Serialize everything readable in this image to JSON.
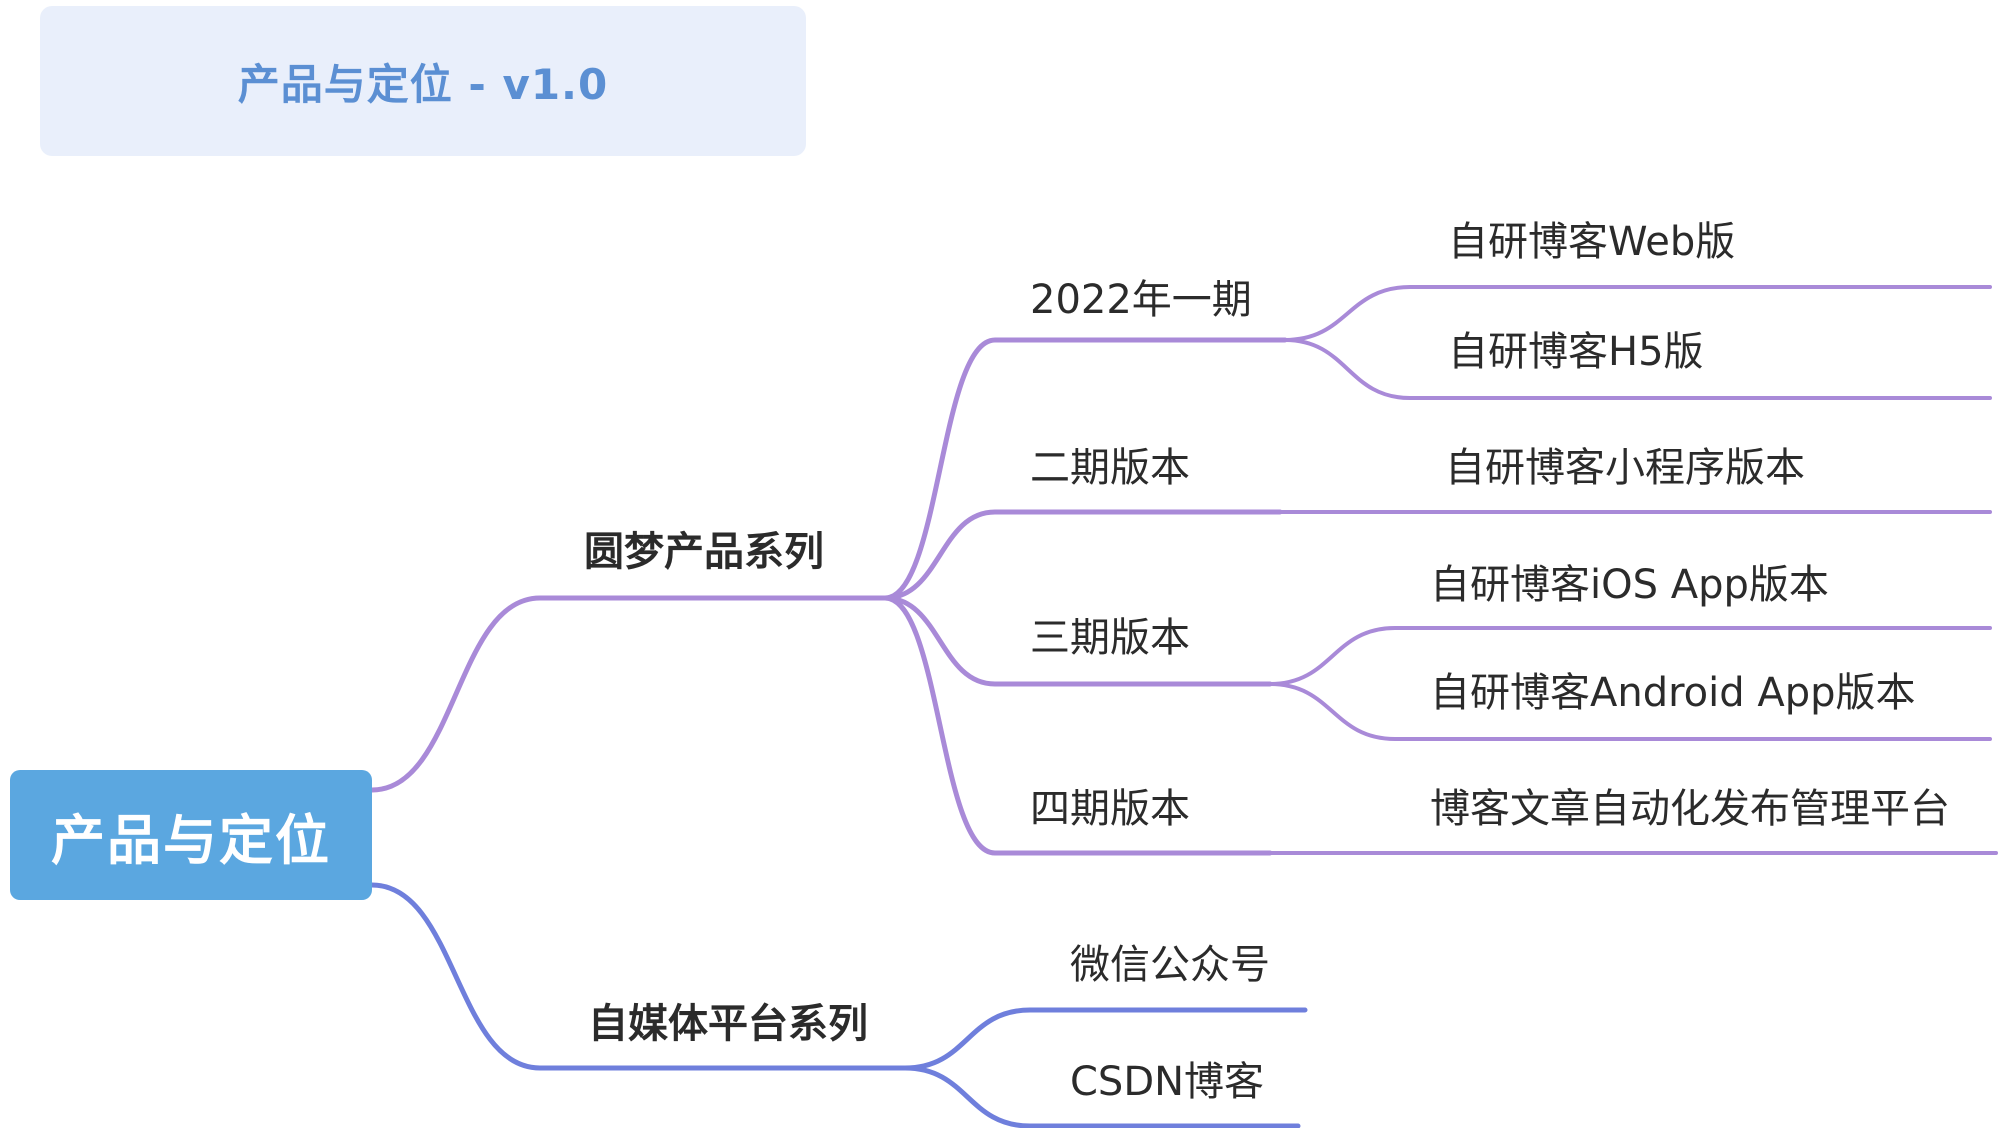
{
  "title": "产品与定位 - v1.0",
  "colors": {
    "title_background": "#e9effb",
    "title_text": "#5b8fd3",
    "root_background": "#5ba7e0",
    "branch_purple": "#a98ad8",
    "branch_indigo": "#6f7fdc"
  },
  "mindmap": {
    "root": "产品与定位",
    "branches": [
      {
        "label": "圆梦产品系列",
        "children": [
          {
            "label": "2022年一期",
            "children": [
              "自研博客Web版",
              "自研博客H5版"
            ]
          },
          {
            "label": "二期版本",
            "children": [
              "自研博客小程序版本"
            ]
          },
          {
            "label": "三期版本",
            "children": [
              "自研博客iOS App版本",
              "自研博客Android App版本"
            ]
          },
          {
            "label": "四期版本",
            "children": [
              "博客文章自动化发布管理平台"
            ]
          }
        ]
      },
      {
        "label": "自媒体平台系列",
        "children": [
          {
            "label": "微信公众号",
            "children": []
          },
          {
            "label": "CSDN博客",
            "children": []
          }
        ]
      }
    ]
  }
}
